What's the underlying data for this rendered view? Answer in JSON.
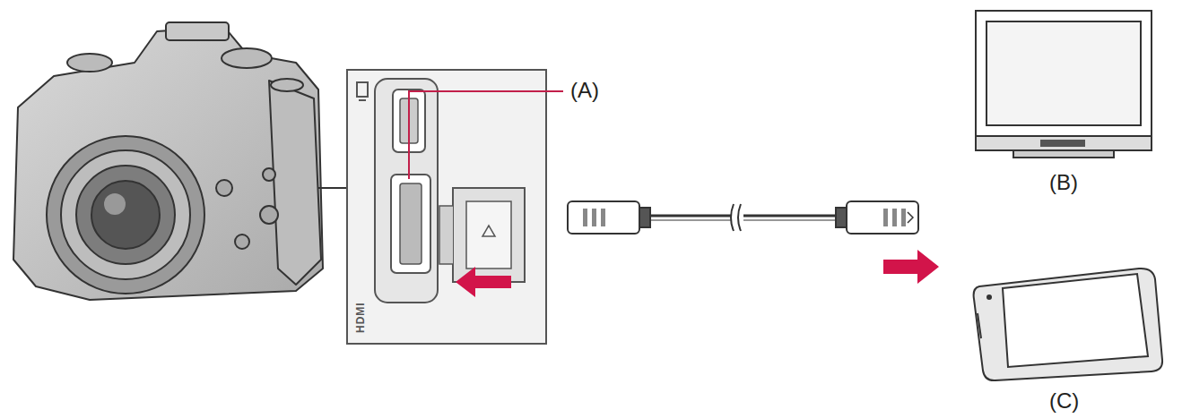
{
  "diagram": {
    "labels": [
      "(A)",
      "(B)",
      "(C)",
      "HDMI"
    ]
  }
}
